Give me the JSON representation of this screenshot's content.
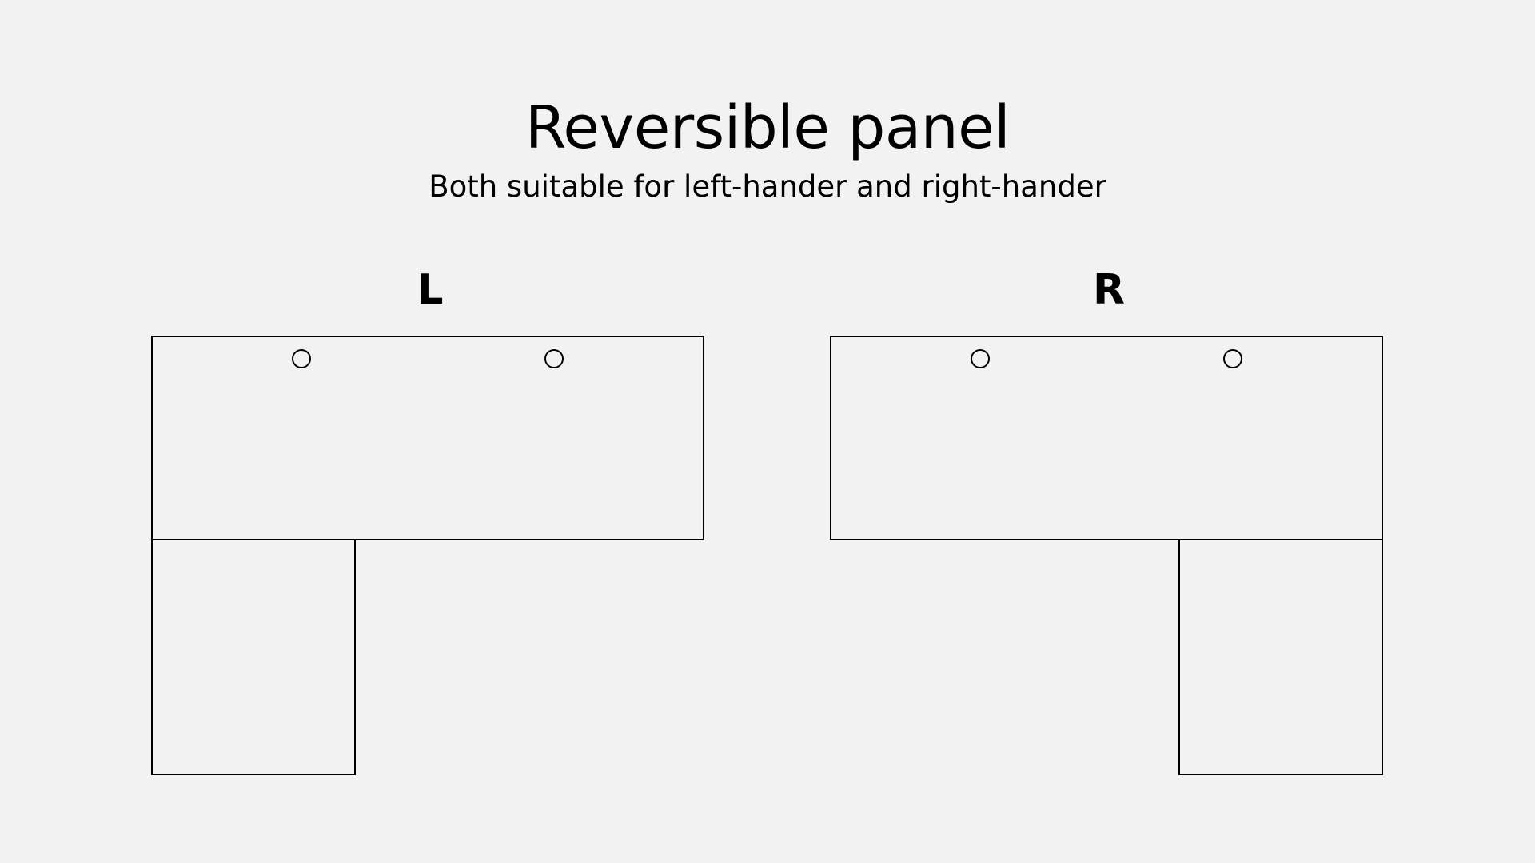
{
  "header": {
    "title": "Reversible panel",
    "subtitle": "Both suitable for left-hander and right-hander"
  },
  "panels": [
    {
      "label": "L",
      "return_side": "left",
      "grommet_holes": 2
    },
    {
      "label": "R",
      "return_side": "right",
      "grommet_holes": 2
    }
  ],
  "colors": {
    "background": "#f2f2f2",
    "line": "#000000",
    "text": "#000000"
  }
}
